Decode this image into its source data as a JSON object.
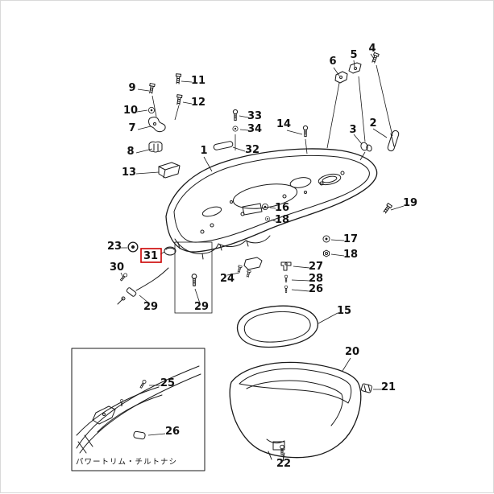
{
  "page": {
    "background": "#ffffff",
    "border": "#d9d9d9"
  },
  "colors": {
    "line": "#1a1a1a",
    "label": "#111111",
    "highlight": "#cc0000"
  },
  "diagram": {
    "type": "exploded-parts-diagram",
    "subject": "outboard bottom cowling assembly",
    "highlighted_part": "31",
    "inset_caption": "パワートリム・チルトナシ",
    "labels": {
      "l1": "1",
      "l2": "2",
      "l3": "3",
      "l4": "4",
      "l5": "5",
      "l6": "6",
      "l7": "7",
      "l8": "8",
      "l9": "9",
      "l10": "10",
      "l11": "11",
      "l12": "12",
      "l13": "13",
      "l14": "14",
      "l15": "15",
      "l16": "16",
      "l17": "17",
      "l18a": "18",
      "l18b": "18",
      "l19": "19",
      "l20": "20",
      "l21": "21",
      "l22": "22",
      "l23": "23",
      "l24": "24",
      "l25": "25",
      "l26a": "26",
      "l26b": "26",
      "l27": "27",
      "l28": "28",
      "l29a": "29",
      "l29b": "29",
      "l30": "30",
      "l31": "31",
      "l32": "32",
      "l33": "33",
      "l34": "34"
    }
  }
}
